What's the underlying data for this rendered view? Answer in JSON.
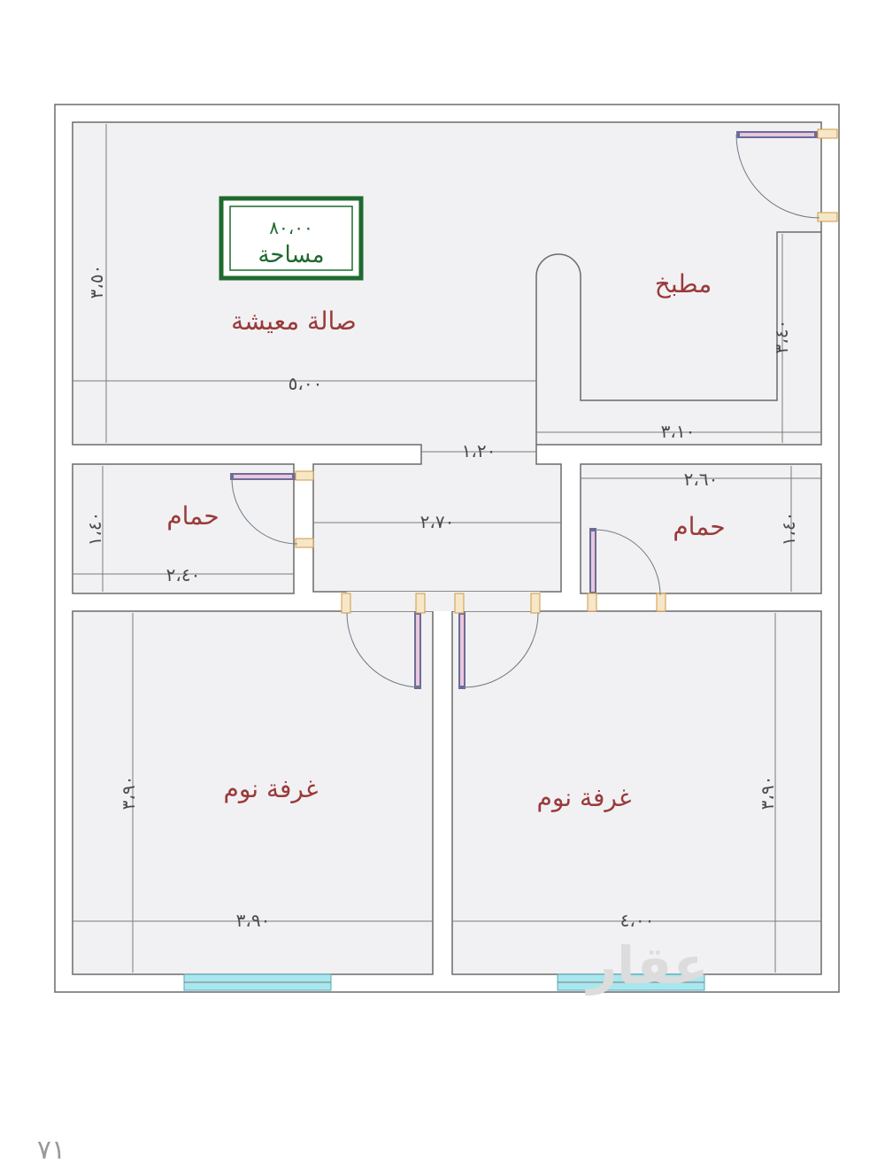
{
  "rooms": {
    "living": "صالة معيشة",
    "kitchen": "مطبخ",
    "bath_left": "حمام",
    "bath_right": "حمام",
    "bedroom_left": "غرفة نوم",
    "bedroom_right": "غرفة نوم"
  },
  "area": {
    "value": "٨٠،٠٠",
    "label": "مساحة"
  },
  "dimensions": {
    "living_height": "٣،٥٠",
    "living_width": "٥،٠٠",
    "kitchen_height": "٣،٤٠",
    "kitchen_width": "٣،١٠",
    "corridor_opening": "١،٢٠",
    "corridor_width": "٢،٧٠",
    "bath_left_height": "١،٤٠",
    "bath_left_width": "٢،٤٠",
    "bath_right_height": "١،٤٠",
    "bath_right_width": "٢،٦٠",
    "bed_left_height": "٣،٩٠",
    "bed_left_width": "٣،٩٠",
    "bed_right_height": "٣،٩٠",
    "bed_right_width": "٤،٠٠"
  },
  "watermark": "عقار",
  "page_number": "٧١",
  "colors": {
    "room_label": "#9a3a3a",
    "area_frame": "#1e6a2e",
    "window": "#a9e7ef"
  }
}
